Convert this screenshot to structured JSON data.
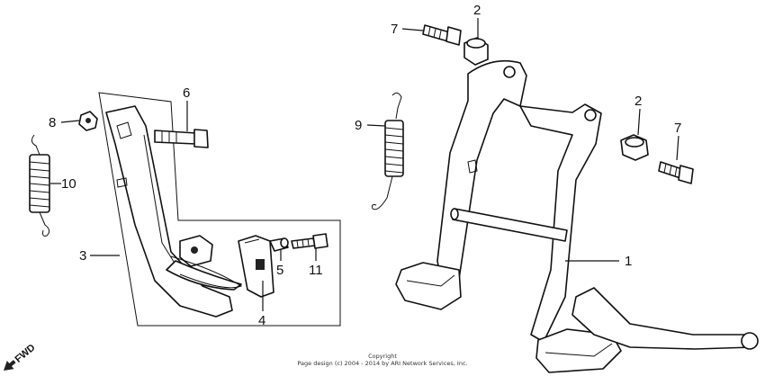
{
  "callouts": {
    "c1": "1",
    "c2a": "2",
    "c2b": "2",
    "c3": "3",
    "c4": "4",
    "c5": "5",
    "c6": "6",
    "c7a": "7",
    "c7b": "7",
    "c8": "8",
    "c9": "9",
    "c10": "10",
    "c11": "11"
  },
  "fwd_label": "FWD",
  "footer": {
    "line1": "Copyright",
    "line2": "Page design (c) 2004 - 2014 by ARI Network Services, Inc."
  }
}
